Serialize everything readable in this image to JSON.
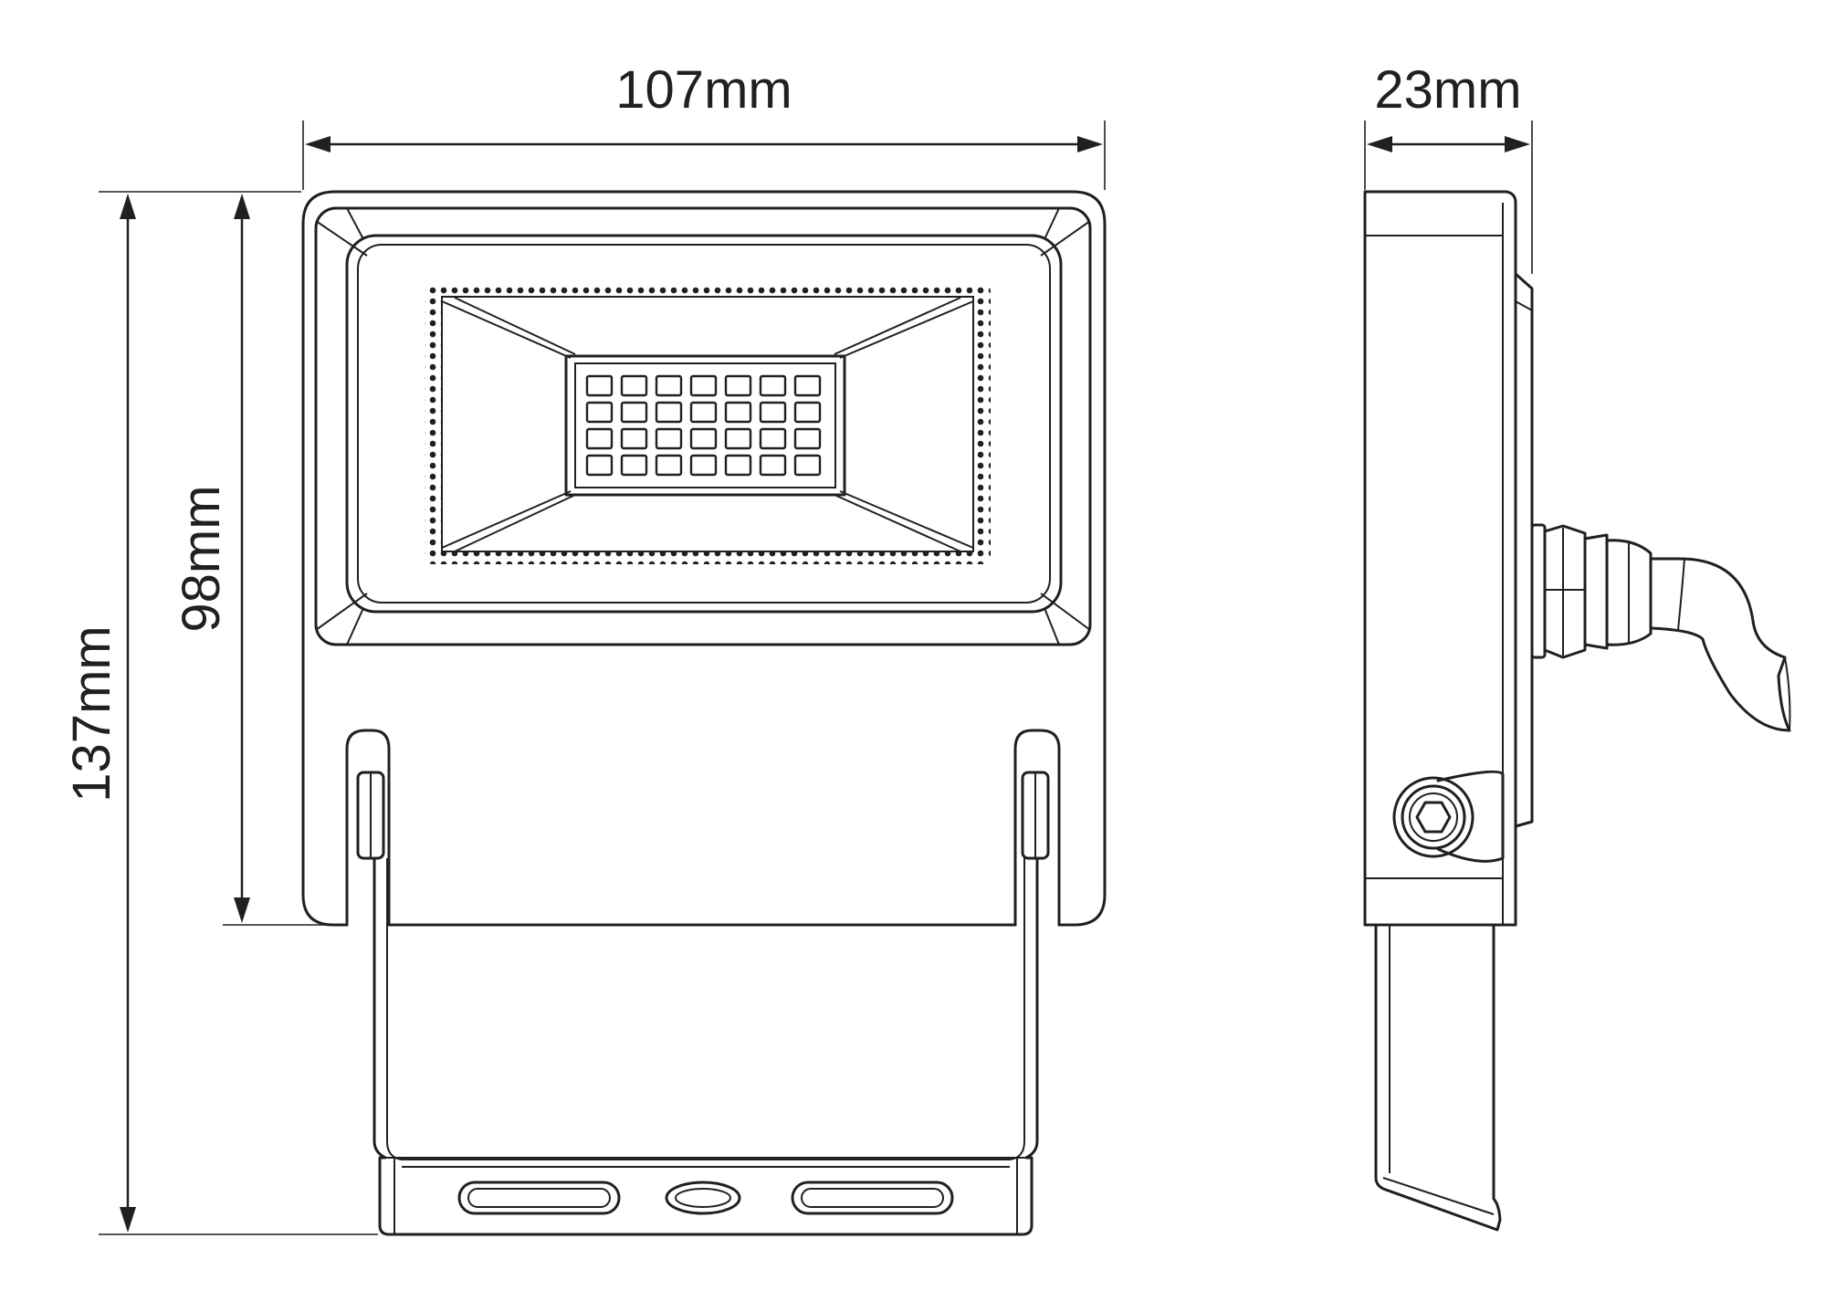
{
  "dimensions": {
    "width_label": "107mm",
    "depth_label": "23mm",
    "lens_height_label": "98mm",
    "total_height_label": "137mm"
  },
  "led_grid": {
    "rows": 4,
    "columns": 7
  },
  "colors": {
    "line": "#231f20",
    "background": "#ffffff"
  }
}
